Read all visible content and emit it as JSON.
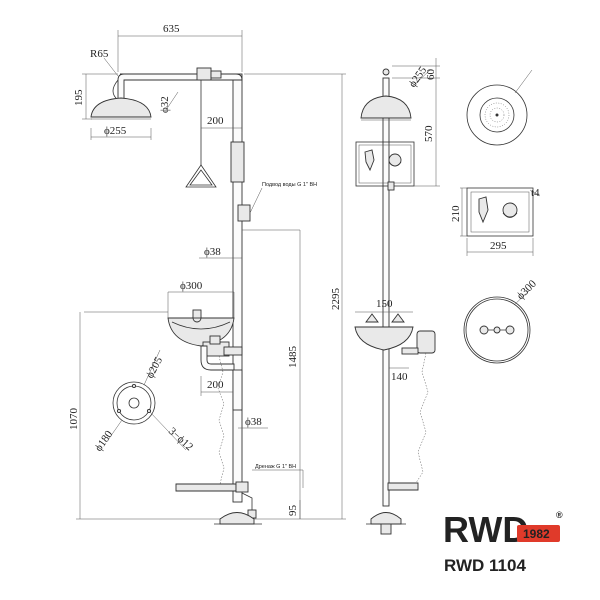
{
  "brand": {
    "logo_letters": "RWD",
    "logo_year": "1982",
    "registered_mark": "®",
    "model": "RWD 1104",
    "colors": {
      "logo_blue": "#1e3a8a",
      "logo_red": "#e03a2a"
    }
  },
  "dimensions": {
    "d635": "635",
    "r65": "R65",
    "d195": "195",
    "d_phi32": "ϕ32",
    "d_phi255_front": "ϕ255",
    "d200_top": "200",
    "d_phi38_upper": "ϕ38",
    "d_phi300_front": "ϕ300",
    "d_phi205": "ϕ205",
    "d_phi180": "ϕ180",
    "d_3phi12": "3−ϕ12",
    "d200_bottom": "200",
    "d_phi38_lower": "ϕ38",
    "d1070": "1070",
    "d1485": "1485",
    "d2295": "2295",
    "d95": "95",
    "d60": "60",
    "d570": "570",
    "d150": "150",
    "d140": "140",
    "d_phi255_plan": "ϕ255",
    "d210": "210",
    "d295": "295",
    "t4": "t4",
    "d_phi300_plan": "ϕ300"
  },
  "notes": {
    "water_inlet": "Подвод воды G 1\" ВН",
    "drain": "Дренаж G 1\" ВН"
  }
}
